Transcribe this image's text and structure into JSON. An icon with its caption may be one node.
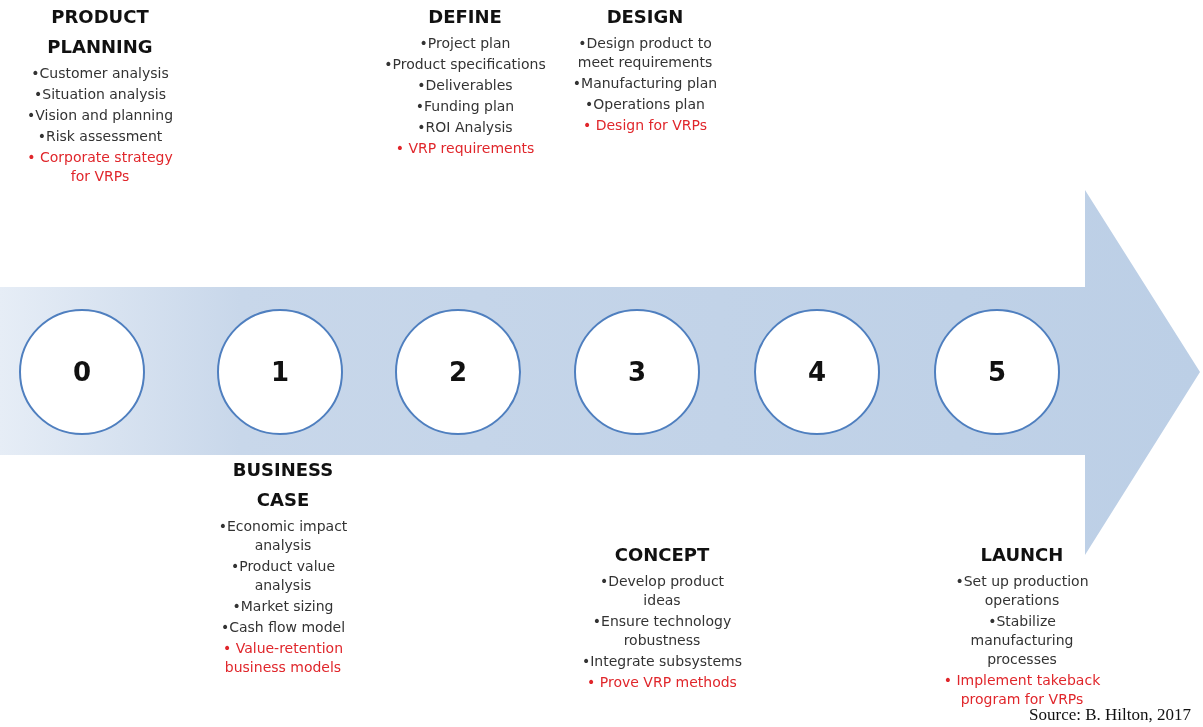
{
  "diagram": {
    "nodes": [
      {
        "text": [],
        "shape": "arrow"
      },
      {
        "text": [
          "0"
        ],
        "in": 0,
        "beside": [
          "PRODUCT PLANNING",
          "•Customer analysis",
          "•Situation analysis",
          "•Vision and planning",
          "•Risk assessment",
          "• Corporate strategy for VRPs"
        ]
      },
      {
        "text": [
          "1"
        ],
        "in": 0,
        "beside": [
          "BUSINESS CASE",
          "•Economic impact analysis",
          "•Product value analysis",
          "•Market sizing",
          "•Cash flow model",
          "• Value-retention business models"
        ]
      },
      {
        "text": [
          "2"
        ],
        "in": 0,
        "beside": [
          "DEFINE",
          "•Project plan",
          "•Product specifications",
          "•Deliverables",
          "•Funding plan",
          "•ROI Analysis",
          "• VRP requirements"
        ]
      },
      {
        "text": [
          "3"
        ],
        "in": 0,
        "beside": [
          "CONCEPT",
          "•Develop product ideas",
          "•Ensure technology robustness",
          "•Integrate subsystems",
          "• Prove VRP methods"
        ]
      },
      {
        "text": [
          "4"
        ],
        "in": 0,
        "beside": [
          "DESIGN",
          "•Design product to meet requirements",
          "•Manufacturing plan",
          "•Operations plan",
          "• Design for VRPs"
        ]
      },
      {
        "text": [
          "5"
        ],
        "in": 0,
        "beside": [
          "LAUNCH",
          "•Set up production operations",
          "•Stabilize manufacturing processes",
          "• Implement takeback program for VRPs"
        ]
      }
    ],
    "edges": [],
    "labels": [
      "Source: B. Hilton, 2017"
    ]
  }
}
